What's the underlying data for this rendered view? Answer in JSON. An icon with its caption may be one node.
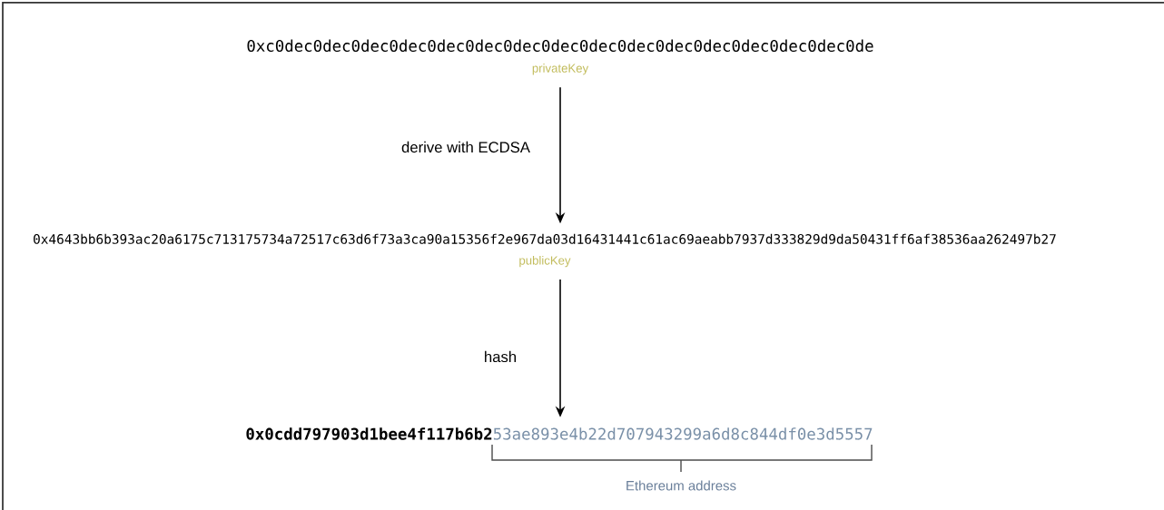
{
  "diagram": {
    "nodes": [
      {
        "text": [
          "0xc0dec0dec0dec0dec0dec0dec0dec0dec0dec0dec0dec0dec0dec0dec0dec0de"
        ],
        "beside": [
          "privateKey"
        ]
      },
      {
        "text": [
          "0x4643bb6b393ac20a6175c713175734a72517c63d6f73a3ca90a15356f2e967da03d16431441c61ac69aeabb7937d333829d9da50431ff6af38536aa262497b27"
        ],
        "beside": [
          "publicKey"
        ]
      },
      {
        "text": [
          "0x0cdd797903d1bee4f117b6b2",
          "53ae893e4b22d707943299a6d8c844df0e3d5557"
        ]
      }
    ],
    "edges": [
      {
        "from": 0,
        "to": 1,
        "arrow": "to",
        "label": "derive with ECDSA"
      },
      {
        "from": 1,
        "to": 2,
        "arrow": "to",
        "label": "hash"
      }
    ],
    "labels": [
      "Ethereum address"
    ]
  }
}
